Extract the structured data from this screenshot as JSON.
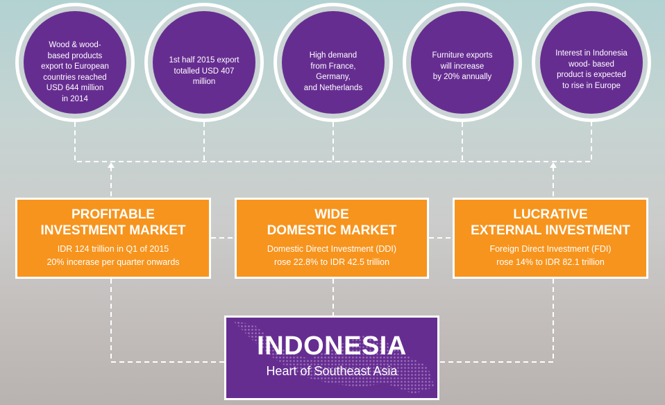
{
  "facts": [
    {
      "text": "Wood & wood-\nbased products\nexport to European\ncountries reached\nUSD 644 million\nin 2014"
    },
    {
      "text": "1st half 2015 export\ntotalled USD 407 million"
    },
    {
      "text": "High demand\nfrom France,\nGermany,\nand Netherlands"
    },
    {
      "text": "Furniture exports\nwill increase\nby 20% annually"
    },
    {
      "text": "Interest in Indonesia\nwood- based\nproduct is expected\nto rise in Europe"
    }
  ],
  "pillars": [
    {
      "title": "PROFITABLE\nINVESTMENT MARKET",
      "desc": "IDR 124 trillion in Q1 of 2015\n20% incerase per quarter onwards"
    },
    {
      "title": "WIDE\nDOMESTIC MARKET",
      "desc": "Domestic Direct Investment (DDI)\nrose 22.8% to IDR 42.5 trillion"
    },
    {
      "title": "LUCRATIVE\nEXTERNAL INVESTMENT",
      "desc": "Foreign Direct Investment (FDI)\nrose 14% to IDR 82.1 trillion"
    }
  ],
  "center": {
    "title": "INDONESIA",
    "subtitle": "Heart of Southeast Asia"
  },
  "colors": {
    "purple": "#662d91",
    "orange": "#f7941d"
  }
}
